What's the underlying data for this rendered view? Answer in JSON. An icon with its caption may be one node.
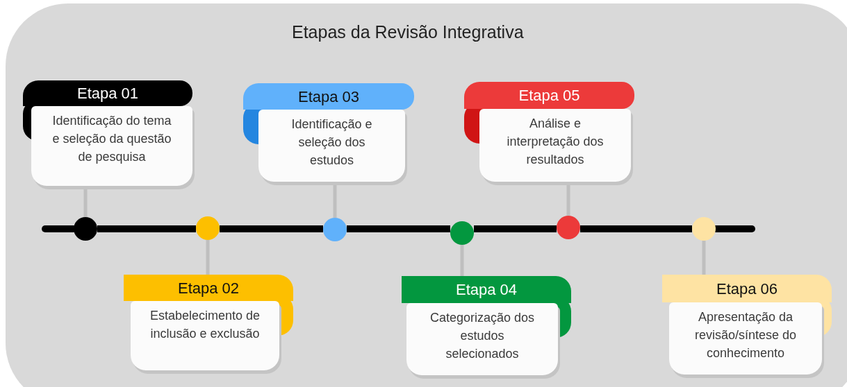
{
  "diagram": {
    "title": "Etapas da Revisão Integrativa",
    "nodes": [
      {
        "text": [
          "Etapa 01",
          "Identificação do tema e seleção da questão de pesquisa"
        ]
      },
      {
        "text": [
          "Etapa 02",
          "Estabelecimento de inclusão e exclusão"
        ]
      },
      {
        "text": [
          "Etapa 03",
          "Identificação e seleção dos estudos"
        ]
      },
      {
        "text": [
          "Etapa 04",
          "Categorização dos estudos selecionados"
        ]
      },
      {
        "text": [
          "Etapa 05",
          "Análise e interpretação dos resultados"
        ]
      },
      {
        "text": [
          "Etapa 06",
          "Apresentação da revisão/síntese do conhecimento"
        ]
      },
      {
        "text": [],
        "shape": "circle"
      },
      {
        "text": [],
        "shape": "circle"
      },
      {
        "text": [],
        "shape": "circle"
      },
      {
        "text": [],
        "shape": "circle"
      },
      {
        "text": [],
        "shape": "circle"
      },
      {
        "text": [],
        "shape": "circle"
      }
    ],
    "edges": [
      {
        "from": 0,
        "to": 6,
        "arrow": "none"
      },
      {
        "from": 1,
        "to": 7,
        "arrow": "none"
      },
      {
        "from": 2,
        "to": 8,
        "arrow": "none"
      },
      {
        "from": 3,
        "to": 9,
        "arrow": "none"
      },
      {
        "from": 4,
        "to": 10,
        "arrow": "none"
      },
      {
        "from": 5,
        "to": 11,
        "arrow": "none"
      },
      {
        "from": 6,
        "to": 7,
        "arrow": "none",
        "style": "thick",
        "color": "#000000"
      },
      {
        "from": 7,
        "to": 8,
        "arrow": "none",
        "style": "thick",
        "color": "#000000"
      },
      {
        "from": 8,
        "to": 9,
        "arrow": "none",
        "style": "thick",
        "color": "#000000"
      },
      {
        "from": 9,
        "to": 10,
        "arrow": "none",
        "style": "thick",
        "color": "#000000"
      },
      {
        "from": 10,
        "to": 11,
        "arrow": "none",
        "style": "thick",
        "color": "#000000"
      }
    ]
  }
}
